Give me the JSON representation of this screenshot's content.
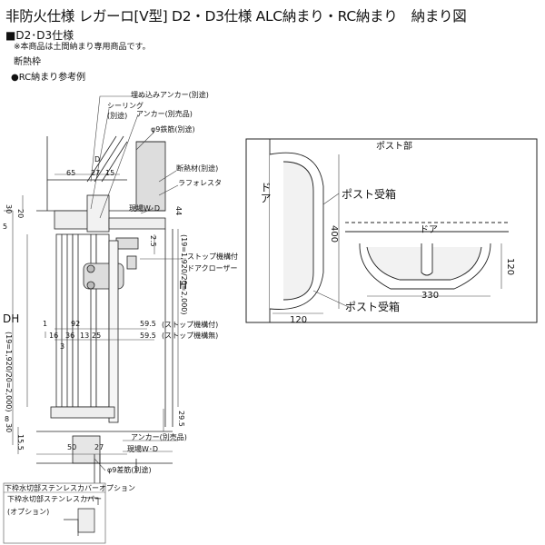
{
  "header": {
    "title": "非防火仕様 レガーロ[V型] D2・D3仕様 ALC納まり・RC納まり　納まり図"
  },
  "section": {
    "title": "■D2･D3仕様",
    "note": "※本商品は土間納まり専用商品です。",
    "label": "断熱枠",
    "example": "●RC納まり参考例"
  },
  "left": {
    "callouts": [
      "埋め込みアンカー(別途)",
      "シーリング",
      "(別途)",
      "アンカー(別売品)",
      "φ9鉄筋(別途)",
      "断熱材(別途)",
      "ラフォレスタ",
      "現場W･D",
      "ストップ機構付",
      "ドアクローザー",
      "(ストップ機構付)",
      "(ストップ機構無)",
      "アンカー(別売品)",
      "現場W･D",
      "φ9差筋(別途)"
    ],
    "dims": {
      "d65": "65",
      "d27": "27",
      "d15": "15",
      "dD": "D",
      "d44": "44",
      "d5": "5",
      "d30": "30",
      "d20": "20",
      "d2_5": "2.5",
      "d1": "1",
      "d92": "92",
      "d59_5a": "59.5",
      "d59_5b": "59.5",
      "d16": "16",
      "d36": "36",
      "d13": "13",
      "d25": "25",
      "d3": "3",
      "d8": "8",
      "d30b": "30",
      "d29_5": "29.5",
      "d15_5": "15.5",
      "d50": "50",
      "d27b": "27",
      "dDH": "DH",
      "dDHr": "(19=1,920/20=2,000)",
      "dH": "H",
      "dHr": "(19=1,920/20=2,000)"
    },
    "inset": {
      "tab": "下枠水切部ステンレスカバーオプション",
      "line1": "下枠水切部ステンレスカバー",
      "line2": "(オプション)"
    }
  },
  "right": {
    "post_label": "ポスト部",
    "door_v": "ドア",
    "door_h": "ドア",
    "post_box1": "ポスト受箱",
    "post_box2": "ポスト受箱",
    "dims": {
      "d400": "400",
      "d120a": "120",
      "d120b": "120",
      "d330": "330"
    }
  }
}
